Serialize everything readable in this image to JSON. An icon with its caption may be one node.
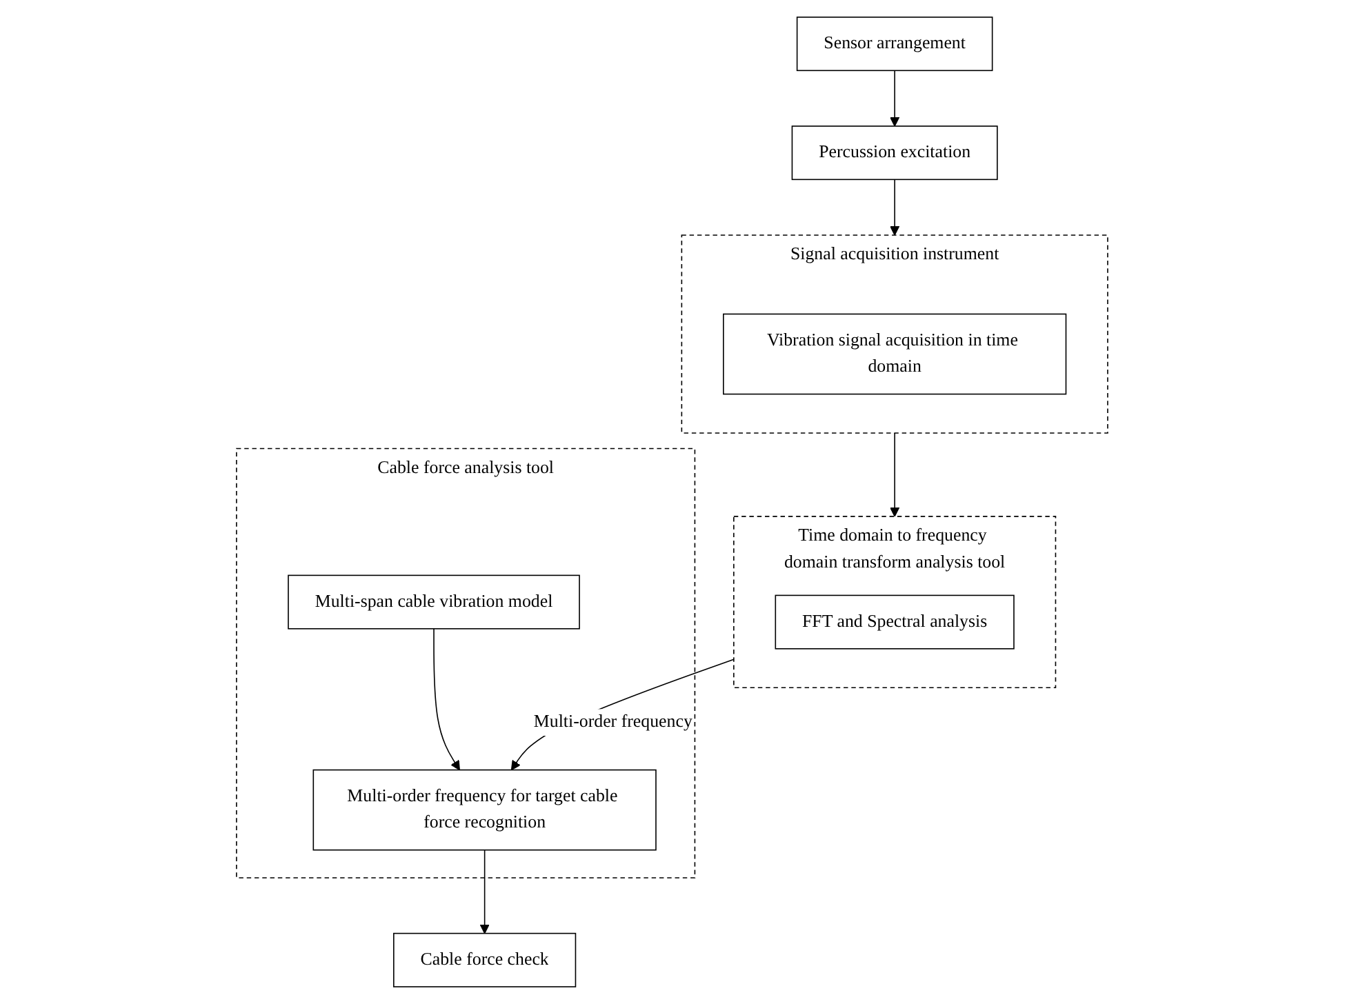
{
  "diagram": {
    "nodes": [
      {
        "text": [
          "Sensor arrangement"
        ]
      },
      {
        "text": [
          "Percussion excitation"
        ]
      },
      {
        "text": [
          "Signal acquisition instrument"
        ]
      },
      {
        "text": [
          "Vibration signal acquisition in time domain"
        ],
        "in": 2
      },
      {
        "text": [
          "Time domain to frequency domain transform analysis tool"
        ]
      },
      {
        "text": [
          "FFT and Spectral analysis"
        ],
        "in": 4
      },
      {
        "text": [
          "Cable force analysis tool"
        ]
      },
      {
        "text": [
          "Multi-span cable vibration model"
        ],
        "in": 6
      },
      {
        "text": [
          "Multi-order frequency for target cable force recognition"
        ],
        "in": 6
      },
      {
        "text": [
          "Cable force check"
        ]
      }
    ],
    "edges": [
      {
        "from": 0,
        "to": 1,
        "arrow": "to"
      },
      {
        "from": 1,
        "to": 2,
        "arrow": "to"
      },
      {
        "from": 2,
        "to": 4,
        "arrow": "to"
      },
      {
        "from": 4,
        "to": 8,
        "arrow": "to",
        "label": "Multi-order frequency"
      },
      {
        "from": 7,
        "to": 8,
        "arrow": "to"
      },
      {
        "from": 8,
        "to": 9,
        "arrow": "to"
      }
    ]
  }
}
